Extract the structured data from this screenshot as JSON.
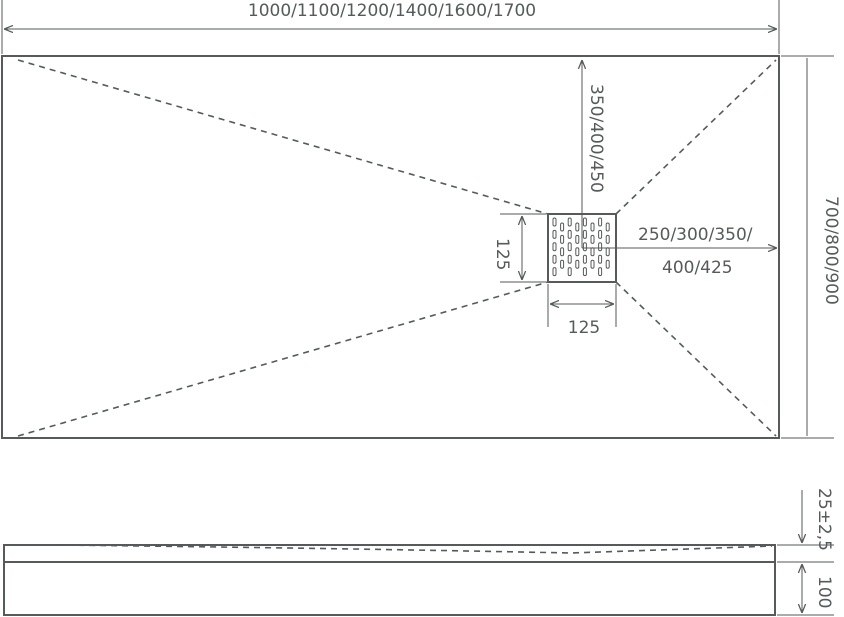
{
  "dimensions": {
    "length": "1000/1100/1200/1400/1600/1700",
    "drain_offset_vertical": "350/400/450",
    "width": "700/800/900",
    "drain_offset_horizontal_line1": "250/300/350/",
    "drain_offset_horizontal_line2": "400/425",
    "drain_height": "125",
    "drain_width": "125",
    "slope_depth": "25±2,5",
    "tray_thickness": "100"
  },
  "colors": {
    "line": "#555a5a",
    "background": "#ffffff"
  }
}
